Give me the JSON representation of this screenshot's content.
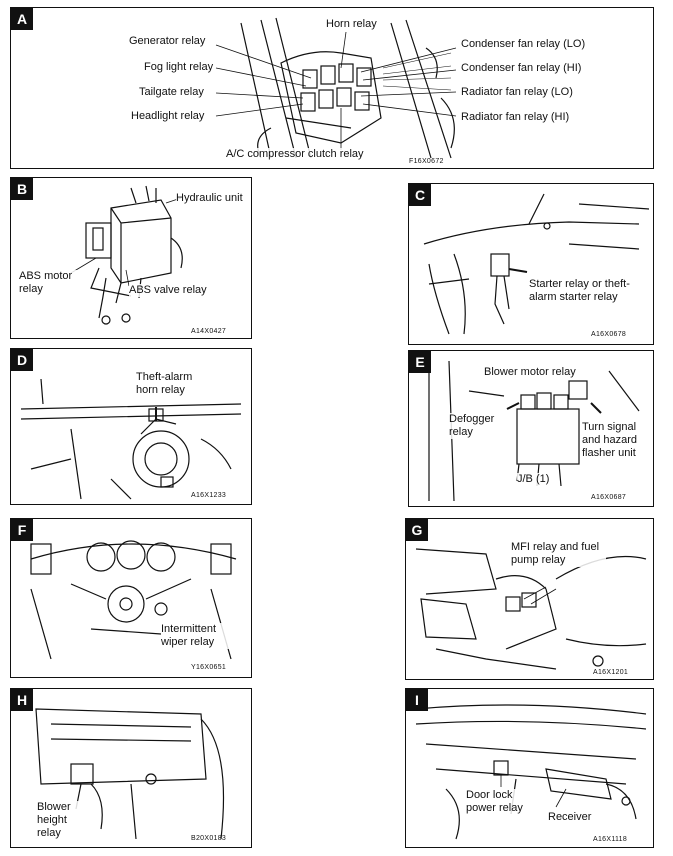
{
  "panels": {
    "A": {
      "letter": "A",
      "code": "F16X0672",
      "labels": {
        "generator": "Generator relay",
        "fog": "Fog light relay",
        "tailgate": "Tailgate relay",
        "headlight": "Headlight relay",
        "ac": "A/C compressor clutch relay",
        "horn": "Horn relay",
        "cond_lo": "Condenser fan relay (LO)",
        "cond_hi": "Condenser fan relay (HI)",
        "rad_lo": "Radiator fan relay (LO)",
        "rad_hi": "Radiator fan relay (HI)"
      }
    },
    "B": {
      "letter": "B",
      "code": "A14X0427",
      "labels": {
        "hydraulic": "Hydraulic unit",
        "abs_motor": "ABS motor relay",
        "abs_valve": "ABS valve relay"
      }
    },
    "C": {
      "letter": "C",
      "code": "A16X0678",
      "labels": {
        "starter": "Starter relay or theft-alarm starter relay"
      }
    },
    "D": {
      "letter": "D",
      "code": "A16X1233",
      "labels": {
        "theft_horn": "Theft-alarm horn relay"
      }
    },
    "E": {
      "letter": "E",
      "code": "A16X0687",
      "labels": {
        "blower": "Blower motor relay",
        "defogger": "Defogger relay",
        "turn": "Turn signal and hazard flasher unit",
        "jb": "J/B (1)"
      }
    },
    "F": {
      "letter": "F",
      "code": "Y16X0651",
      "labels": {
        "wiper": "Intermittent wiper relay"
      }
    },
    "G": {
      "letter": "G",
      "code": "A16X1201",
      "labels": {
        "mfi": "MFI relay and fuel pump relay"
      }
    },
    "H": {
      "letter": "H",
      "code": "B20X0183",
      "labels": {
        "blower_height": "Blower height relay"
      }
    },
    "I": {
      "letter": "I",
      "code": "A16X1118",
      "labels": {
        "door_lock": "Door lock power relay",
        "receiver": "Receiver"
      }
    }
  }
}
